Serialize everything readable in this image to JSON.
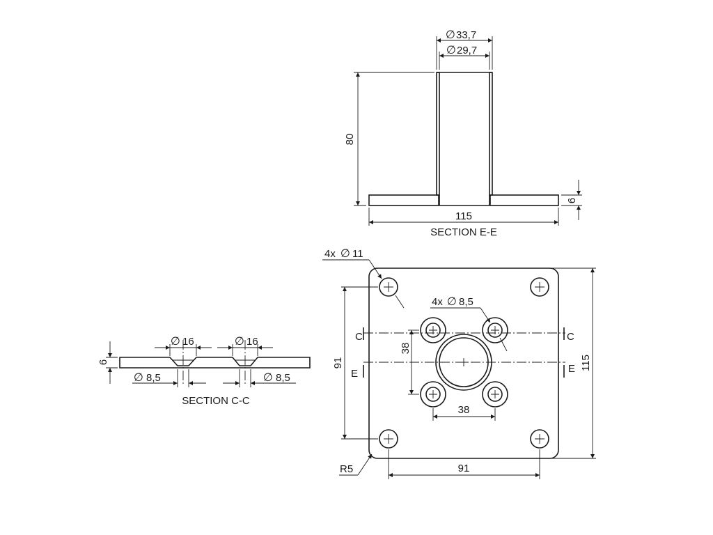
{
  "section_ee": {
    "title": "SECTION E-E",
    "dims": {
      "outer_diameter": "33,7",
      "inner_diameter": "29,7",
      "height": "80",
      "width": "115",
      "thickness": "6"
    }
  },
  "section_cc": {
    "title": "SECTION C-C",
    "dims": {
      "counterbore_left": "16",
      "counterbore_right": "16",
      "hole_left": "8,5",
      "hole_right": "8,5",
      "thickness": "6"
    }
  },
  "plan_view": {
    "corner_holes": "4x",
    "corner_hole_diameter": "11",
    "inner_holes": "4x",
    "inner_hole_diameter": "8,5",
    "corner_radius": "R5",
    "hole_spacing_v": "91",
    "hole_spacing_h": "91",
    "inner_spacing_v": "38",
    "inner_spacing_h": "38",
    "plate_size": "115",
    "section_c": "C",
    "section_e": "E"
  },
  "symbols": {
    "diameter": "∅"
  }
}
